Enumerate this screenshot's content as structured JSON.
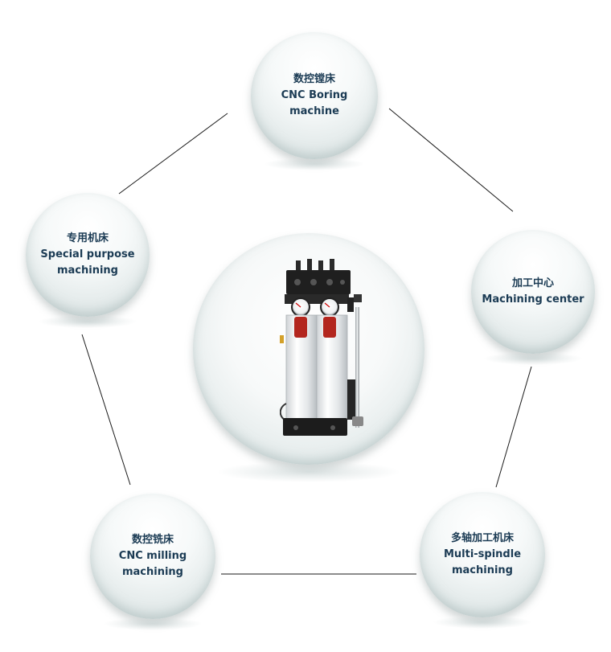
{
  "nodes": [
    {
      "id": "boring",
      "zh": "数控镗床",
      "en": "CNC Boring\nmachine"
    },
    {
      "id": "machining-center",
      "zh": "加工中心",
      "en": "Machining  center"
    },
    {
      "id": "multi-spindle",
      "zh": "多轴加工机床",
      "en": "Multi-spindle\nmachining"
    },
    {
      "id": "milling",
      "zh": "数控铣床",
      "en": "CNC milling\nmachining"
    },
    {
      "id": "special-purpose",
      "zh": "专用机床",
      "en": "Special purpose\nmachining"
    }
  ],
  "colors": {
    "label": "#1b3b54",
    "connector": "#1a1a1a"
  },
  "center_image": {
    "icon": "hydraulic-unit-icon"
  }
}
